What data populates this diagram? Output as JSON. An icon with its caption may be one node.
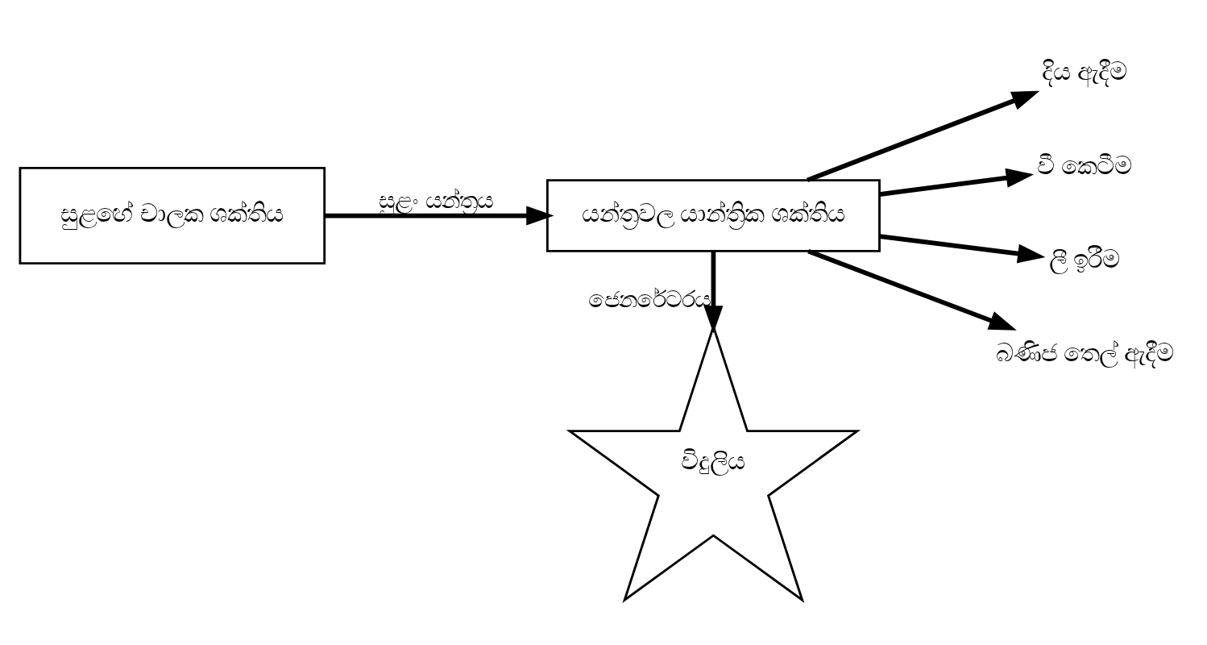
{
  "diagram": {
    "nodes": [
      {
        "text": [
          "සුළඟේ චාලක ශක්තිය"
        ]
      },
      {
        "text": [
          "යන්ත්‍රවල යාන්ත්‍රික ශක්තිය"
        ]
      },
      {
        "text": [
          "දිය ඇදීම"
        ]
      },
      {
        "text": [
          "වී කෙටීම"
        ]
      },
      {
        "text": [
          "ලී ඉරීම"
        ]
      },
      {
        "text": [
          "බණිජ තෙල් ඇදීම"
        ]
      },
      {
        "text": [
          "විදුලිය"
        ]
      }
    ],
    "edges": [
      {
        "from": 0,
        "to": 1,
        "arrow": "to",
        "label": "සුළං යන්ත්‍රය"
      },
      {
        "from": 1,
        "to": 2,
        "arrow": "to"
      },
      {
        "from": 1,
        "to": 3,
        "arrow": "to"
      },
      {
        "from": 1,
        "to": 4,
        "arrow": "to"
      },
      {
        "from": 1,
        "to": 5,
        "arrow": "to"
      },
      {
        "from": 1,
        "to": 6,
        "arrow": "to",
        "label": "ජෙනරේටරය"
      }
    ]
  }
}
